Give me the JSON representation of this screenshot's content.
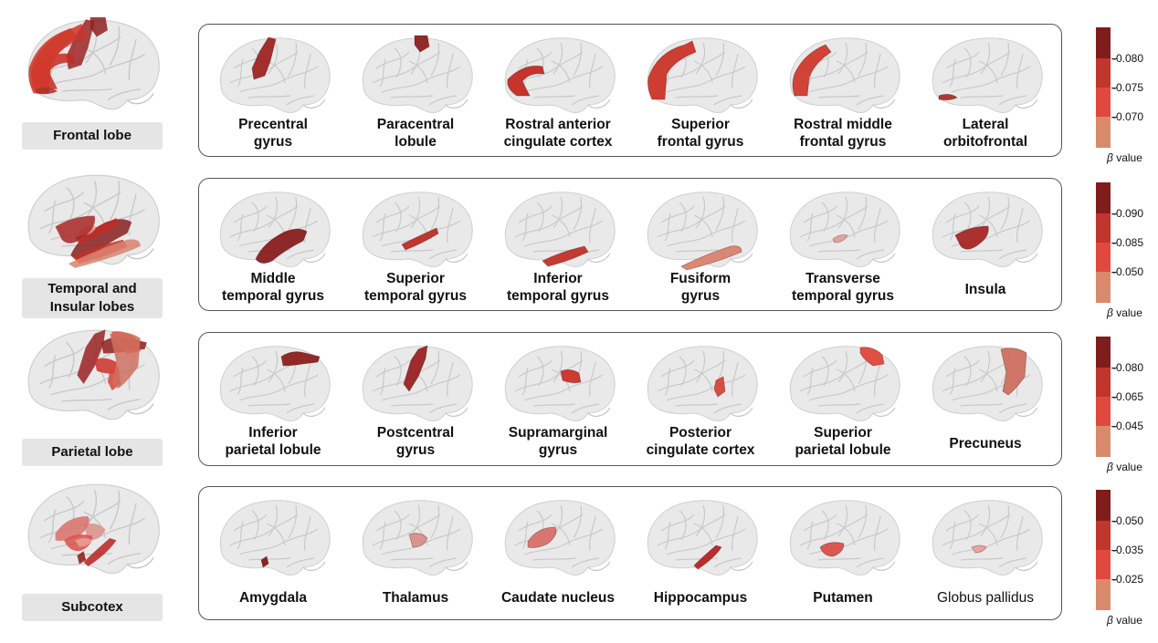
{
  "rows": [
    {
      "lobe_label": "Frontal lobe",
      "regions": [
        {
          "label": "Precentral\ngyrus",
          "color": "#9e2424"
        },
        {
          "label": "Paracentral\nlobule",
          "color": "#8e2020"
        },
        {
          "label": "Rostral anterior\ncingulate cortex",
          "color": "#c42a22"
        },
        {
          "label": "Superior\nfrontal gyrus",
          "color": "#cc3428"
        },
        {
          "label": "Rostral middle\nfrontal gyrus",
          "color": "#d03a2c"
        },
        {
          "label": "Lateral\norbitofrontal",
          "color": "#a83028"
        }
      ],
      "colorbar": {
        "ticks": [
          "-0.080",
          "-0.075",
          "-0.070"
        ],
        "title_symbol": "β",
        "title_text": " value"
      }
    },
    {
      "lobe_label": "Temporal and\nInsular lobes",
      "regions": [
        {
          "label": "Middle\ntemporal gyrus",
          "color": "#8a1e1e"
        },
        {
          "label": "Superior\ntemporal gyrus",
          "color": "#bf2c26"
        },
        {
          "label": "Inferior\ntemporal gyrus",
          "color": "#c23026"
        },
        {
          "label": "Fusiform\ngyrus",
          "color": "#d9826e"
        },
        {
          "label": "Transverse\ntemporal gyrus",
          "color": "#e0a096"
        },
        {
          "label": "Insula",
          "color": "#a82626"
        }
      ],
      "colorbar": {
        "ticks": [
          "-0.090",
          "-0.085",
          "-0.050"
        ],
        "title_symbol": "β",
        "title_text": " value"
      }
    },
    {
      "lobe_label": "Parietal lobe",
      "regions": [
        {
          "label": "Inferior\nparietal lobule",
          "color": "#8e1e1e"
        },
        {
          "label": "Postcentral\ngyrus",
          "color": "#9a2222"
        },
        {
          "label": "Supramarginal\ngyrus",
          "color": "#cc3028"
        },
        {
          "label": "Posterior\ncingulate cortex",
          "color": "#d8443a"
        },
        {
          "label": "Superior\nparietal lobule",
          "color": "#e0473a"
        },
        {
          "label": "Precuneus",
          "color": "#cf7060"
        }
      ],
      "colorbar": {
        "ticks": [
          "-0.080",
          "-0.065",
          "-0.045"
        ],
        "title_symbol": "β",
        "title_text": " value"
      }
    },
    {
      "lobe_label": "Subcotex",
      "regions": [
        {
          "label": "Amygdala",
          "color": "#8a1818"
        },
        {
          "label": "Thalamus",
          "color": "#d98f8a"
        },
        {
          "label": "Caudate nucleus",
          "color": "#d8706a"
        },
        {
          "label": "Hippocampus",
          "color": "#b82222"
        },
        {
          "label": "Putamen",
          "color": "#d9504a"
        },
        {
          "label": "Globus pallidus",
          "color": "#e8a29a"
        }
      ],
      "colorbar": {
        "ticks": [
          "-0.050",
          "-0.035",
          "-0.025"
        ],
        "title_symbol": "β",
        "title_text": " value"
      }
    }
  ],
  "colorbar_colors": [
    "#7f1d1d",
    "#c0352c",
    "#e0493c",
    "#d98a6c"
  ]
}
